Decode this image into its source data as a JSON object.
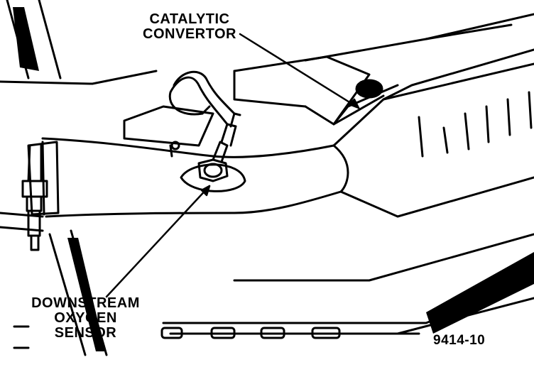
{
  "labels": {
    "catalytic_convertor": [
      "CATALYTIC",
      "CONVERTOR"
    ],
    "downstream_oxygen_sensor": [
      "DOWNSTREAM",
      "OXYGEN",
      "SENSOR"
    ]
  },
  "figure_number": "9414-10",
  "colors": {
    "ink": "#000000",
    "paper": "#ffffff"
  }
}
